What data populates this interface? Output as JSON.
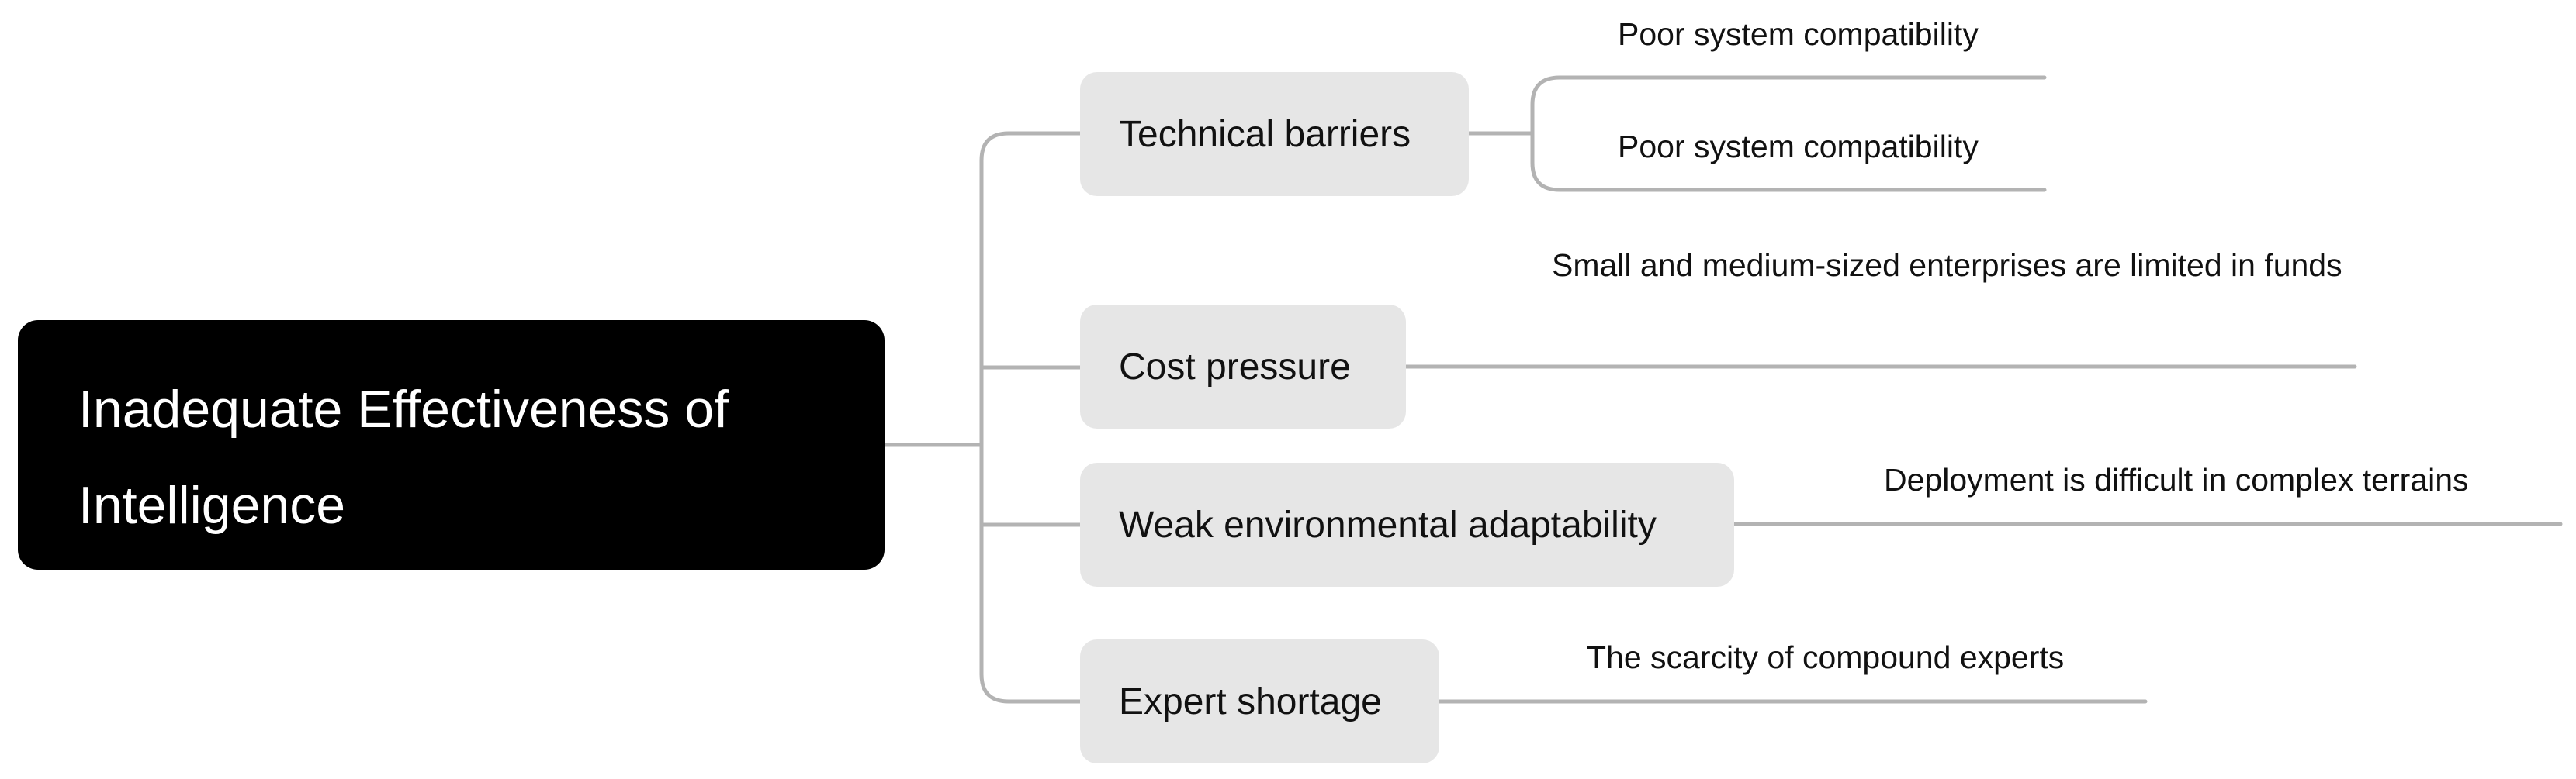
{
  "root": {
    "label": "Inadequate Effectiveness of Intelligence"
  },
  "branches": [
    {
      "label": "Technical barriers",
      "leaves": [
        "Poor system compatibility",
        "Poor system compatibility"
      ]
    },
    {
      "label": "Cost pressure",
      "leaves": [
        "Small and medium-sized enterprises are limited in funds"
      ]
    },
    {
      "label": "Weak environmental adaptability",
      "leaves": [
        "Deployment is difficult in complex terrains"
      ]
    },
    {
      "label": "Expert shortage",
      "leaves": [
        "The scarcity of compound experts"
      ]
    }
  ],
  "colors": {
    "root_bg": "#000000",
    "node_bg": "#e6e6e6",
    "line": "#b3b3b3"
  }
}
